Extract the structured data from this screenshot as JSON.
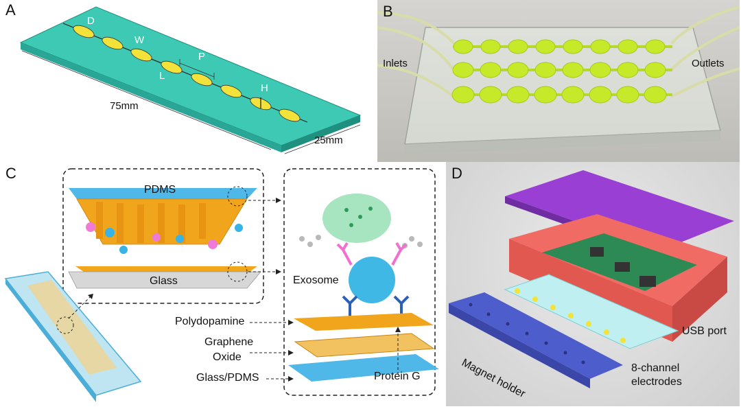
{
  "panels": {
    "a": {
      "label": "A",
      "dims": {
        "D": "D",
        "W": "W",
        "P": "P",
        "L": "L",
        "H": "H"
      },
      "length": "75mm",
      "width": "25mm"
    },
    "b": {
      "label": "B",
      "inlets": "Inlets",
      "outlets": "Outlets"
    },
    "c": {
      "label": "C",
      "pdms": "PDMS",
      "glass": "Glass",
      "exosome": "Exosome",
      "polydopamine": "Polydopamine",
      "graphene_line1": "Graphene",
      "graphene_line2": "Oxide",
      "glass_pdms": "Glass/PDMS",
      "protein_g": "Protein G"
    },
    "d": {
      "label": "D",
      "usb_port": "USB port",
      "magnet_holder": "Magnet holder",
      "electrodes_line1": "8-channel",
      "electrodes_line2": "electrodes"
    }
  },
  "colors": {
    "chip_top": "#3ec9b4",
    "chip_side": "#2aa696",
    "channel_yellow": "#f2e23a",
    "fluid_green": "#c6ea2a",
    "pdms_orange": "#f0a51c",
    "pdms_blue": "#4fb8e8",
    "glass_gray": "#c9c9c9",
    "exosome_blue": "#3fb8e6",
    "antibody_pink": "#f26fcf",
    "antibody_blue": "#2b5fb8",
    "lid_purple": "#9a3fd4",
    "case_red": "#f06b64",
    "pcb_green": "#2e8a55",
    "magnet_blue": "#4e5dcc",
    "electrode_cyan": "#bfeff0"
  }
}
